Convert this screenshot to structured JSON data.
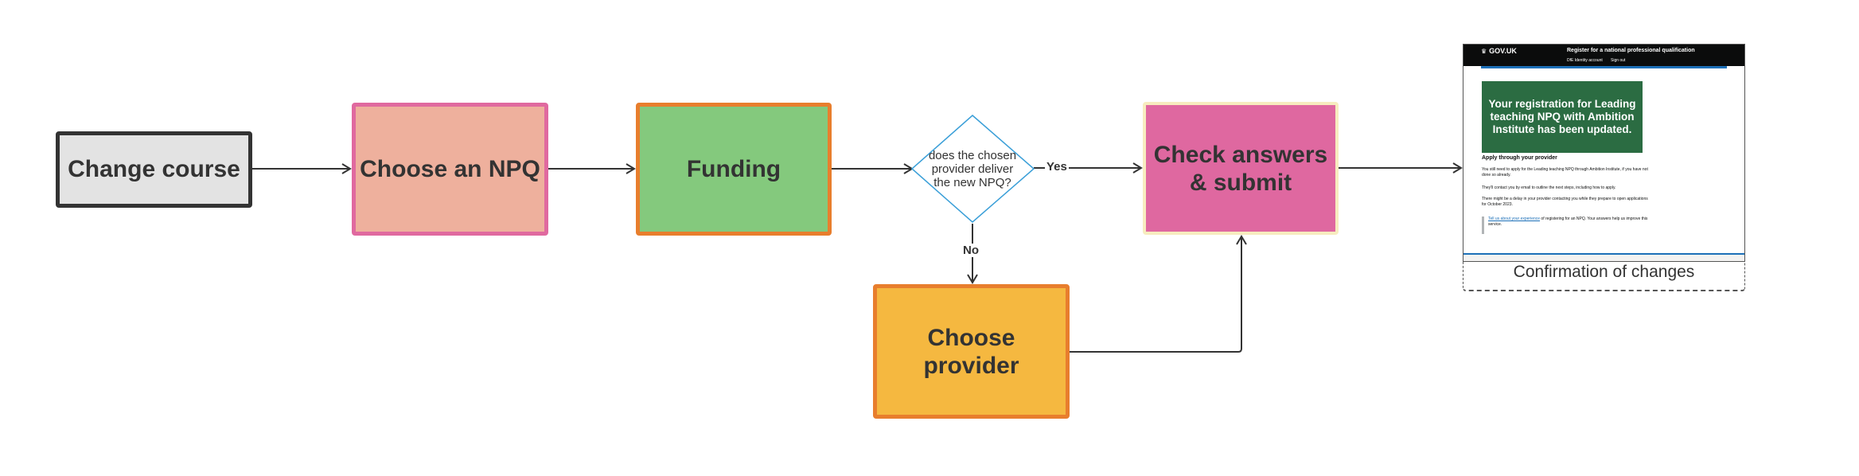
{
  "nodes": {
    "change_course": "Change course",
    "choose_npq": "Choose an NPQ",
    "funding": "Funding",
    "decision": "does the chosen provider deliver the new NPQ?",
    "choose_provider": "Choose provider",
    "check_answers": "Check answers & submit"
  },
  "edge_labels": {
    "yes": "Yes",
    "no": "No"
  },
  "screenshot": {
    "caption": "Confirmation of changes",
    "logo": "GOV.UK",
    "service_name": "Register for a national professional qualification",
    "nav": [
      "DfE Identity account",
      "Sign out"
    ],
    "panel_title": "Your registration for Leading teaching NPQ with Ambition Institute has been updated.",
    "heading": "Apply through your provider",
    "paragraphs": [
      "You still need to apply for the Leading teaching NPQ through Ambition Institute, if you have not done so already.",
      "They'll contact you by email to outline the next steps, including how to apply.",
      "There might be a delay in your provider contacting you while they prepare to open applications for October 2023."
    ],
    "inset_link": "Tell us about your experience",
    "inset_text": " of registering for an NPQ. Your answers help us improve this service."
  },
  "colors": {
    "change_course_fill": "#e3e3e3",
    "change_course_border": "#333333",
    "choose_npq_fill": "#eeb09d",
    "choose_npq_border": "#e0699f",
    "funding_fill": "#84c97d",
    "funding_border": "#e87e2d",
    "choose_provider_fill": "#f5b840",
    "choose_provider_border": "#e87e2d",
    "check_answers_fill": "#df68a0",
    "check_answers_border": "#f7ecbf",
    "decision_border": "#3a9fd8",
    "panel_green": "#2b6c42"
  }
}
